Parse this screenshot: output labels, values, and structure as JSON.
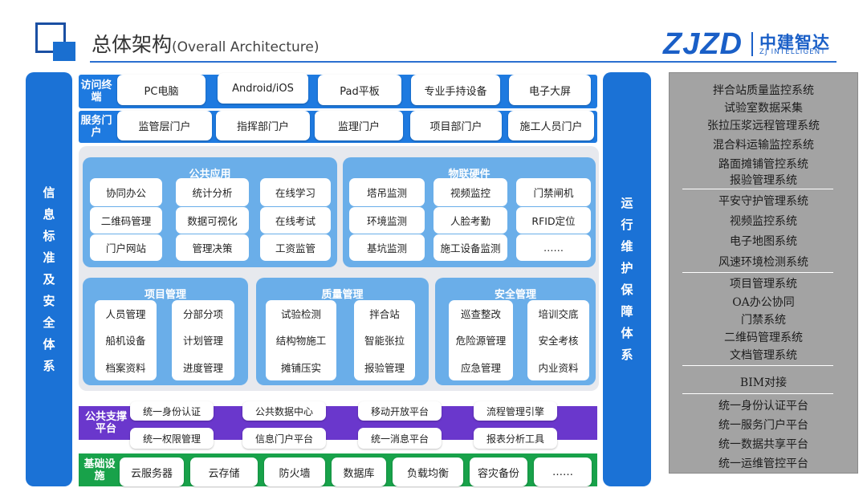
{
  "header": {
    "title": "总体架构",
    "title_en": "(Overall Architecture)",
    "brand_latin": "ZJZD",
    "brand_cn": "中建智达",
    "brand_en": "ZJ INTELLIGENT"
  },
  "left_column": "信息标准及安全体系",
  "middle_column": "运行维护保障体系",
  "access": {
    "label": "访问终端",
    "items": [
      "PC电脑",
      "Android/iOS",
      "Pad平板",
      "专业手持设备",
      "电子大屏"
    ]
  },
  "portal": {
    "label": "服务门户",
    "items": [
      "监管层门户",
      "指挥部门户",
      "监理门户",
      "项目部门户",
      "施工人员门户"
    ]
  },
  "public_apps": {
    "title": "公共应用",
    "columns": [
      [
        "协同办公",
        "二维码管理",
        "门户网站"
      ],
      [
        "统计分析",
        "数据可视化",
        "管理决策"
      ],
      [
        "在线学习",
        "在线考试",
        "工资监管"
      ]
    ]
  },
  "iot": {
    "title": "物联硬件",
    "columns": [
      [
        "塔吊监测",
        "环境监测",
        "基坑监测"
      ],
      [
        "视频监控",
        "人脸考勤",
        "施工设备监测"
      ],
      [
        "门禁闸机",
        "RFID定位",
        "……"
      ]
    ]
  },
  "project_mgmt": {
    "title": "项目管理",
    "columns": [
      [
        "人员管理",
        "船机设备",
        "档案资料"
      ],
      [
        "分部分项",
        "计划管理",
        "进度管理"
      ]
    ]
  },
  "quality_mgmt": {
    "title": "质量管理",
    "columns": [
      [
        "试验检测",
        "结构物施工",
        "摊铺压实"
      ],
      [
        "拌合站",
        "智能张拉",
        "报验管理"
      ]
    ]
  },
  "safety_mgmt": {
    "title": "安全管理",
    "columns": [
      [
        "巡查整改",
        "危险源管理",
        "应急管理"
      ],
      [
        "培训交底",
        "安全考核",
        "内业资料"
      ]
    ]
  },
  "support": {
    "label": "公共支撑平台",
    "top": [
      "统一身份认证",
      "公共数据中心",
      "移动开放平台",
      "流程管理引擎"
    ],
    "bottom": [
      "统一权限管理",
      "信息门户平台",
      "统一消息平台",
      "报表分析工具"
    ]
  },
  "infra": {
    "label": "基础设施",
    "items": [
      "云服务器",
      "云存储",
      "防火墙",
      "数据库",
      "负载均衡",
      "容灾备份",
      "……"
    ]
  },
  "right_panel": {
    "group1": [
      "拌合站质量监控系统",
      "试验室数据采集",
      "张拉压浆远程管理系统",
      "混合料运输监控系统",
      "路面摊铺管控系统",
      "报验管理系统"
    ],
    "group2": [
      "平安守护管理系统",
      "视频监控系统",
      "电子地图系统",
      "风速环境检测系统"
    ],
    "group3": [
      "项目管理系统",
      "OA办公协同",
      "门禁系统",
      "二维码管理系统",
      "文档管理系统"
    ],
    "group4": [
      "BIM对接"
    ],
    "group5": [
      "统一身份认证平台",
      "统一服务门户平台",
      "统一数据共享平台",
      "统一运维管控平台"
    ]
  },
  "colors": {
    "accent_blue": "#1b72d6",
    "panel_blue": "#6aaee9",
    "support_purple": "#6a37cc",
    "infra_green": "#18a24a",
    "right_gray": "#a3a3a3"
  }
}
